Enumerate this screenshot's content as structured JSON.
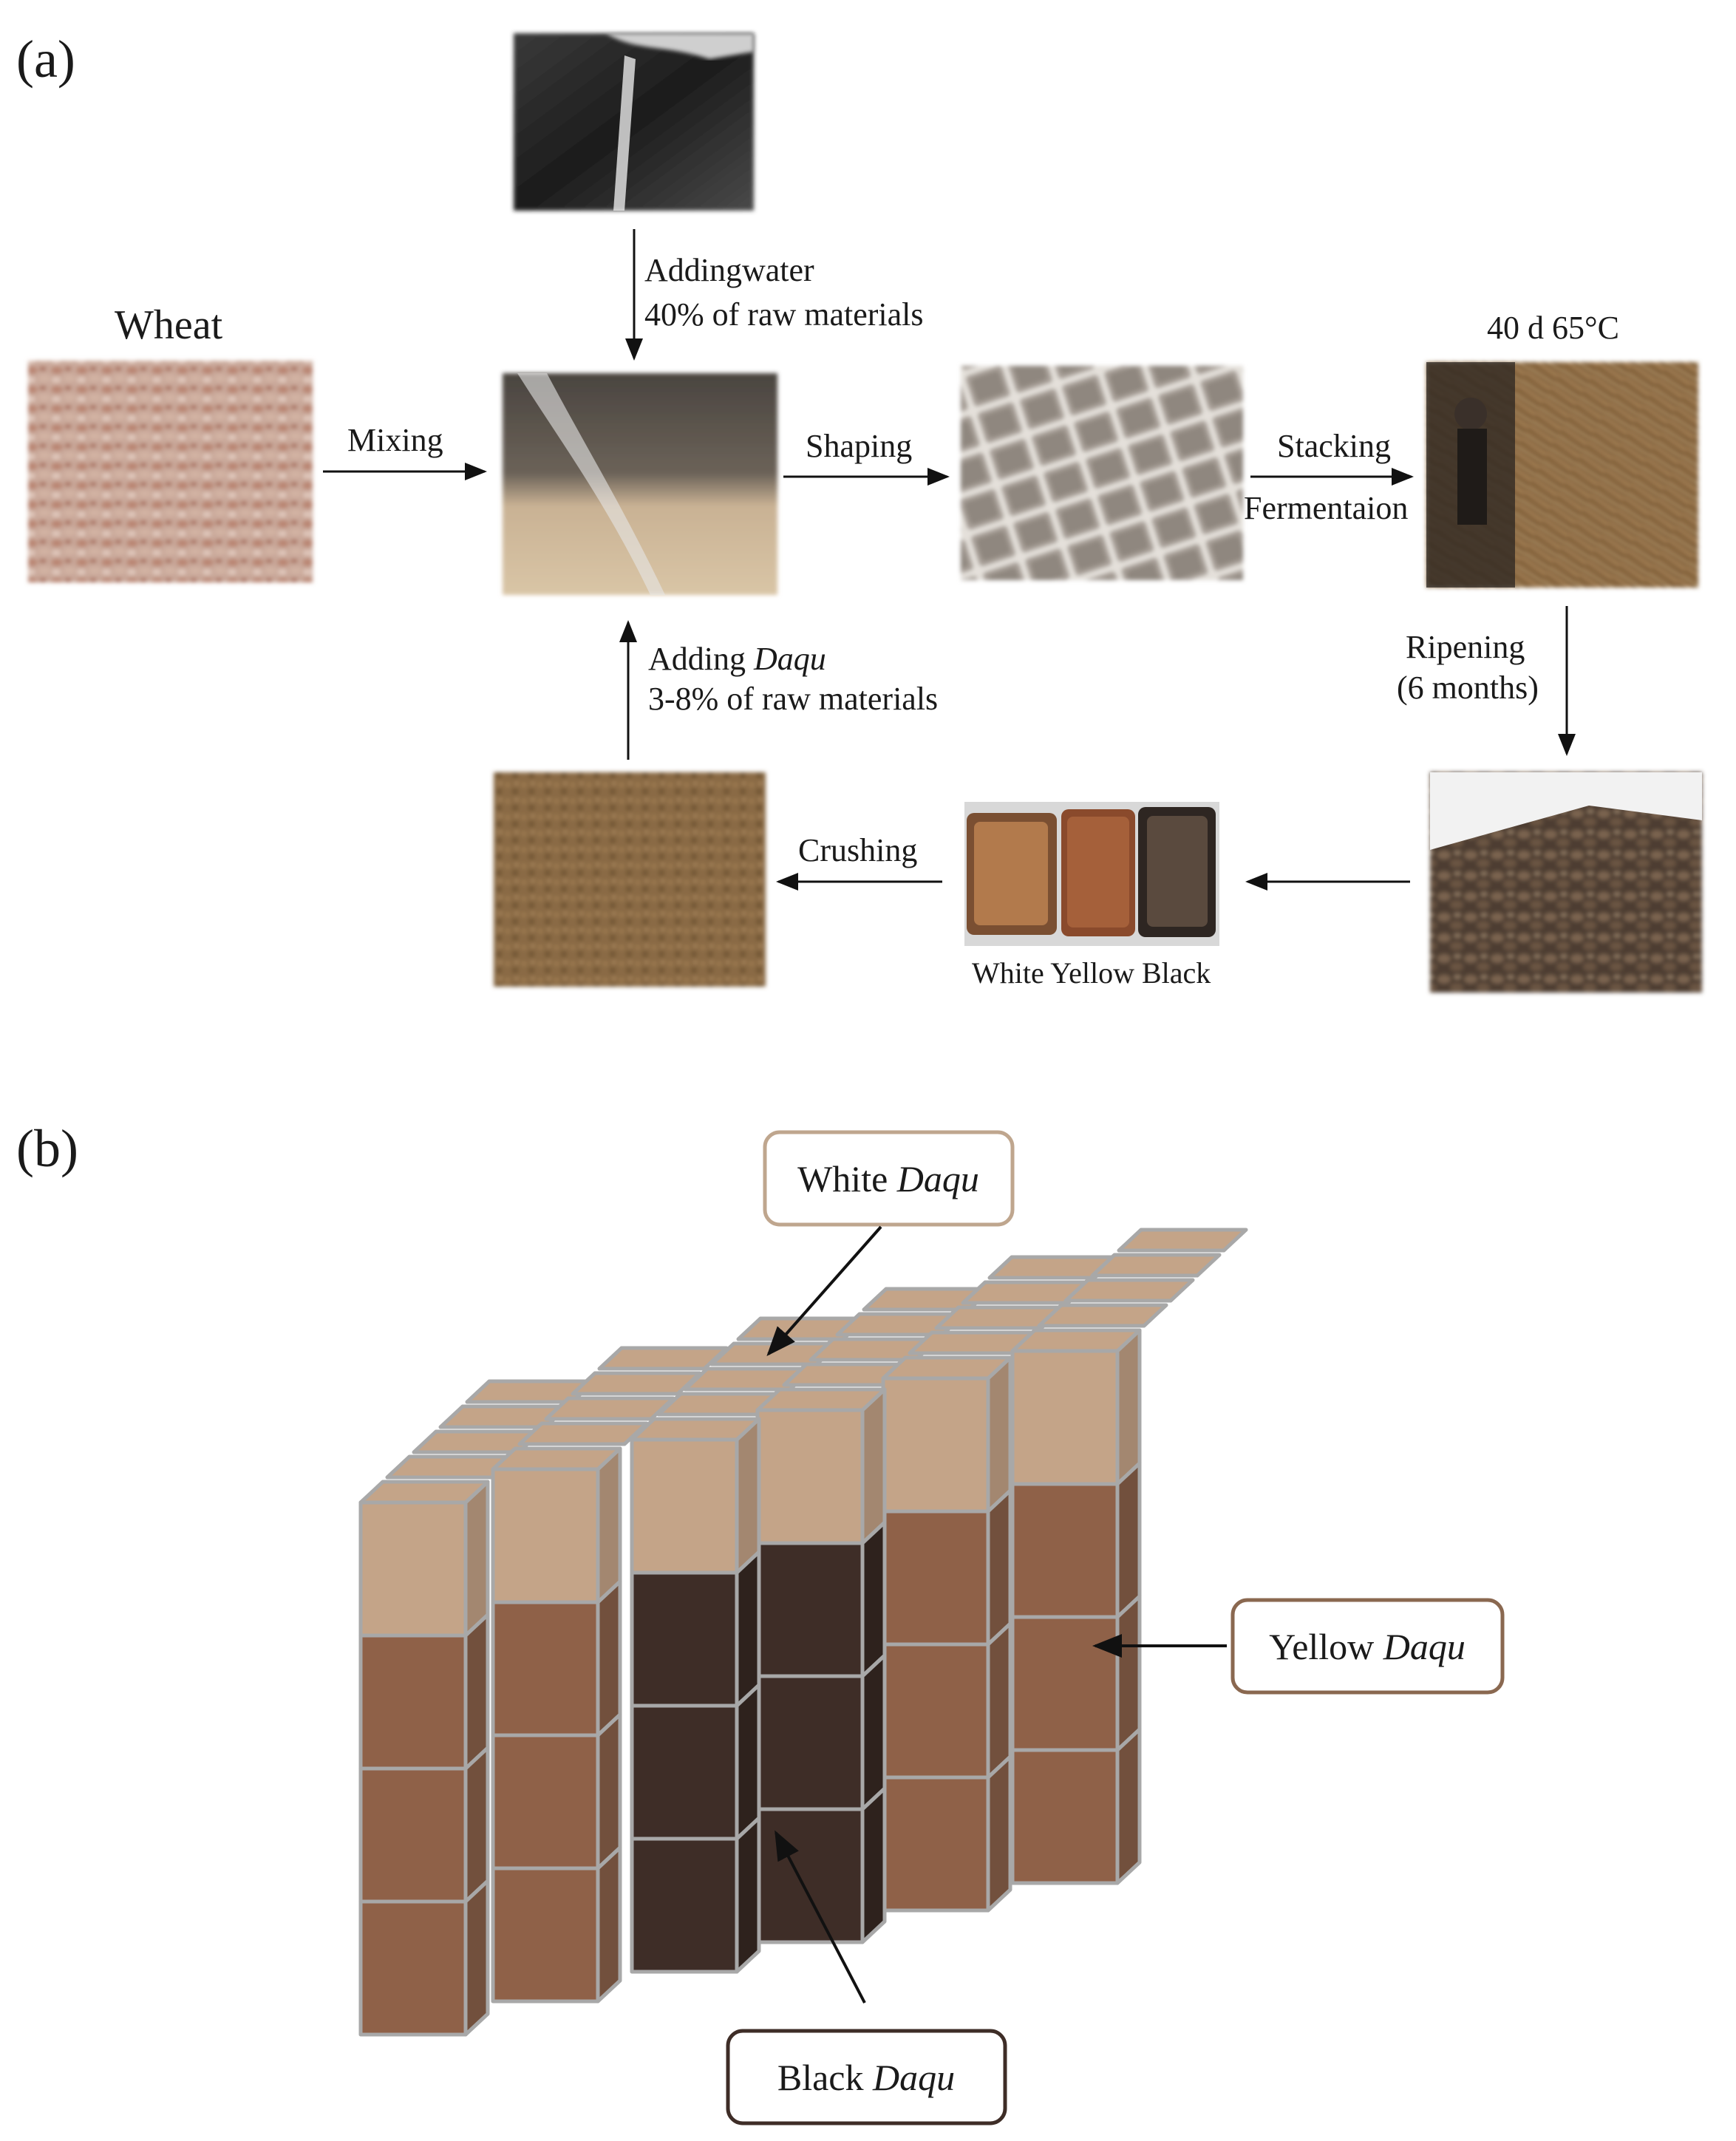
{
  "panel_a": {
    "label": "(a)",
    "wheat_title": "Wheat",
    "mixing": "Mixing",
    "water_line1": "Addingwater",
    "water_line2": "40% of raw materials",
    "shaping": "Shaping",
    "stacking": "Stacking",
    "fermentation": "Fermentaion",
    "temp_label": "40 d 65°C",
    "ripening_line1": "Ripening",
    "ripening_line2": "(6 months)",
    "daqu_prefix": "Adding ",
    "daqu_word": "Daqu",
    "daqu_line2": "3-8% of raw materials",
    "crushing": "Crushing",
    "types_white": "White",
    "types_yellow": "Yellow",
    "types_black": "Black"
  },
  "panel_b": {
    "label": "(b)",
    "white_prefix": "White ",
    "yellow_prefix": "Yellow ",
    "black_prefix": "Black ",
    "daqu_word": "Daqu",
    "colors": {
      "white": "#c4a488",
      "white_side": "#a38770",
      "yellow": "#8f6148",
      "yellow_side": "#72503d",
      "black": "#3e2d27",
      "black_side": "#2e221d",
      "grid": "#a8a8a8"
    }
  }
}
